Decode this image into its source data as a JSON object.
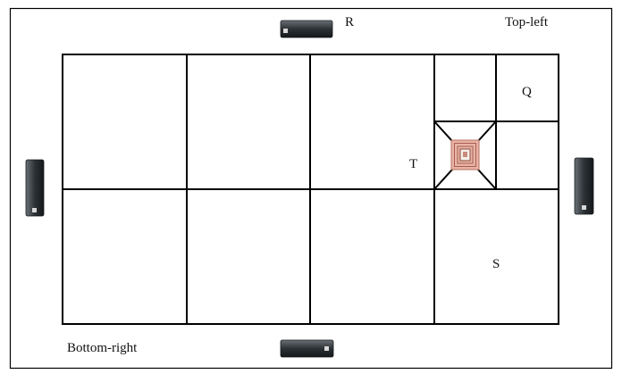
{
  "labels": {
    "r": "R",
    "top_left": "Top-left",
    "q": "Q",
    "t": "T",
    "s": "S",
    "bottom_right": "Bottom-right"
  },
  "icons": {
    "reader": "rfid-reader-icon",
    "tag": "rfid-tag-icon"
  },
  "colors": {
    "line": "#000000",
    "reader_body": "#2f3438",
    "tag_fill": "#d89a8c"
  }
}
